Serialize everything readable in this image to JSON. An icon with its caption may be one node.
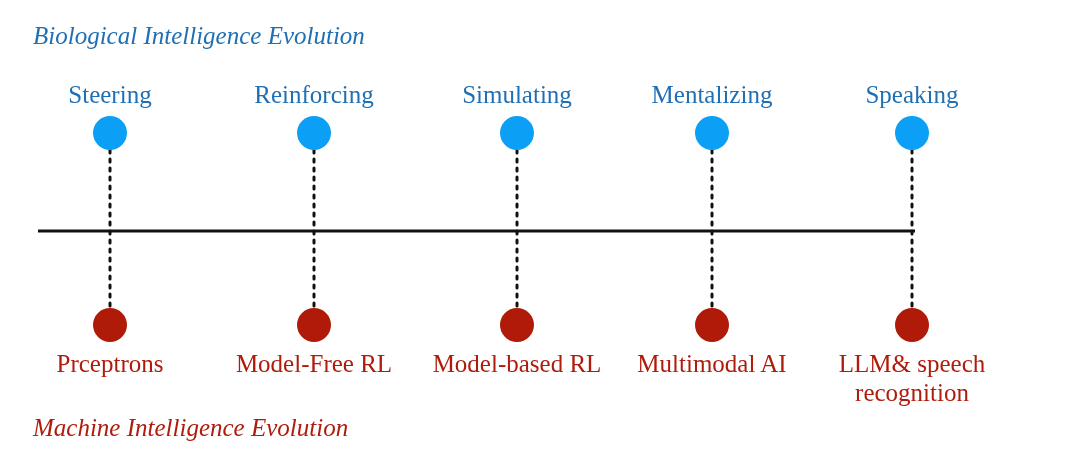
{
  "diagram": {
    "nodes": [
      {
        "text": [
          "Steering"
        ]
      },
      {
        "text": [
          "Reinforcing"
        ]
      },
      {
        "text": [
          "Simulating"
        ]
      },
      {
        "text": [
          "Mentalizing"
        ]
      },
      {
        "text": [
          "Speaking"
        ]
      },
      {
        "text": [
          "Prceptrons"
        ]
      },
      {
        "text": [
          "Model-Free RL"
        ]
      },
      {
        "text": [
          "Model-based RL"
        ]
      },
      {
        "text": [
          "Multimodal AI"
        ]
      },
      {
        "text": [
          "LLM& speech recognition"
        ]
      }
    ],
    "edges": [
      {
        "from": 0,
        "to": 5,
        "arrow": "none"
      },
      {
        "from": 1,
        "to": 6,
        "arrow": "none"
      },
      {
        "from": 2,
        "to": 7,
        "arrow": "none"
      },
      {
        "from": 3,
        "to": 8,
        "arrow": "none"
      },
      {
        "from": 4,
        "to": 9,
        "arrow": "none"
      }
    ],
    "labels": [
      "Biological Intelligence Evolution",
      "Machine Intelligence Evolution"
    ]
  }
}
